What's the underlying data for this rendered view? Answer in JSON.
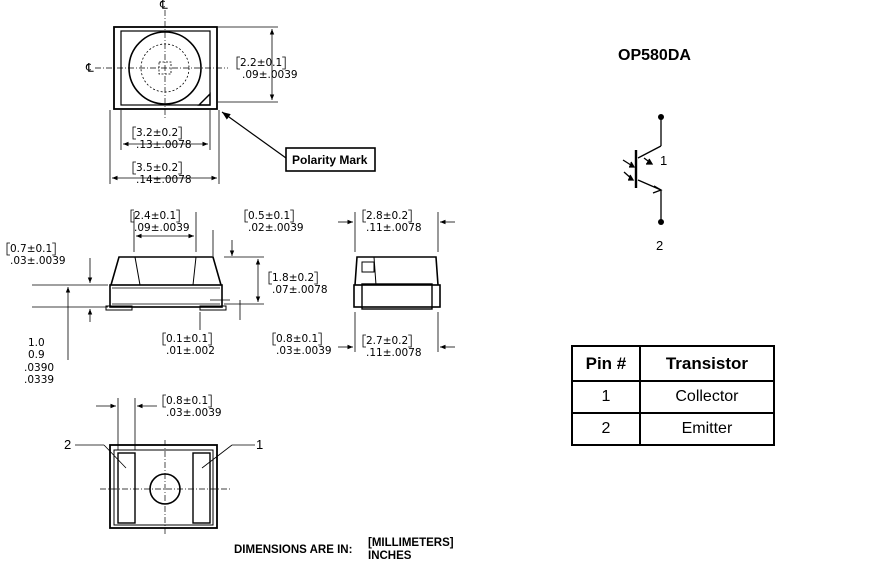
{
  "part_number": "OP580DA",
  "centerline_symbol": "℄",
  "polarity_mark": "Polarity Mark",
  "dimensions": {
    "top_height": [
      "2.2±0.1",
      ".09±.0039"
    ],
    "body_inner": [
      "3.2±0.2",
      ".13±.0078"
    ],
    "body_outer": [
      "3.5±0.2",
      ".14±.0078"
    ],
    "front_width": [
      "2.4±0.1",
      ".09±.0039"
    ],
    "front_notch": [
      "0.5±0.1",
      ".02±.0039"
    ],
    "front_upper": [
      "0.7±0.1",
      ".03±.0039"
    ],
    "front_body": [
      "1.8±0.2",
      ".07±.0078"
    ],
    "lead_gap": [
      "0.1±0.1",
      ".01±.002"
    ],
    "lead_height": [
      "0.8±0.1",
      ".03±.0039"
    ],
    "total_height_mm_1": "1.0",
    "total_height_mm_2": "0.9",
    "total_height_in_1": ".0390",
    "total_height_in_2": ".0339",
    "side_top": [
      "2.8±0.2",
      ".11±.0078"
    ],
    "side_bottom": [
      "2.7±0.2",
      ".11±.0078"
    ],
    "pad_width": [
      "0.8±0.1",
      ".03±.0039"
    ]
  },
  "pin_labels": {
    "left": "2",
    "right": "1"
  },
  "schematic": {
    "pin_1": "1",
    "pin_2": "2"
  },
  "footer": {
    "label": "DIMENSIONS ARE IN:",
    "unit_1": "[MILLIMETERS]",
    "unit_2": "INCHES"
  },
  "pin_table": {
    "headers": [
      "Pin #",
      "Transistor"
    ],
    "rows": [
      [
        "1",
        "Collector"
      ],
      [
        "2",
        "Emitter"
      ]
    ]
  }
}
